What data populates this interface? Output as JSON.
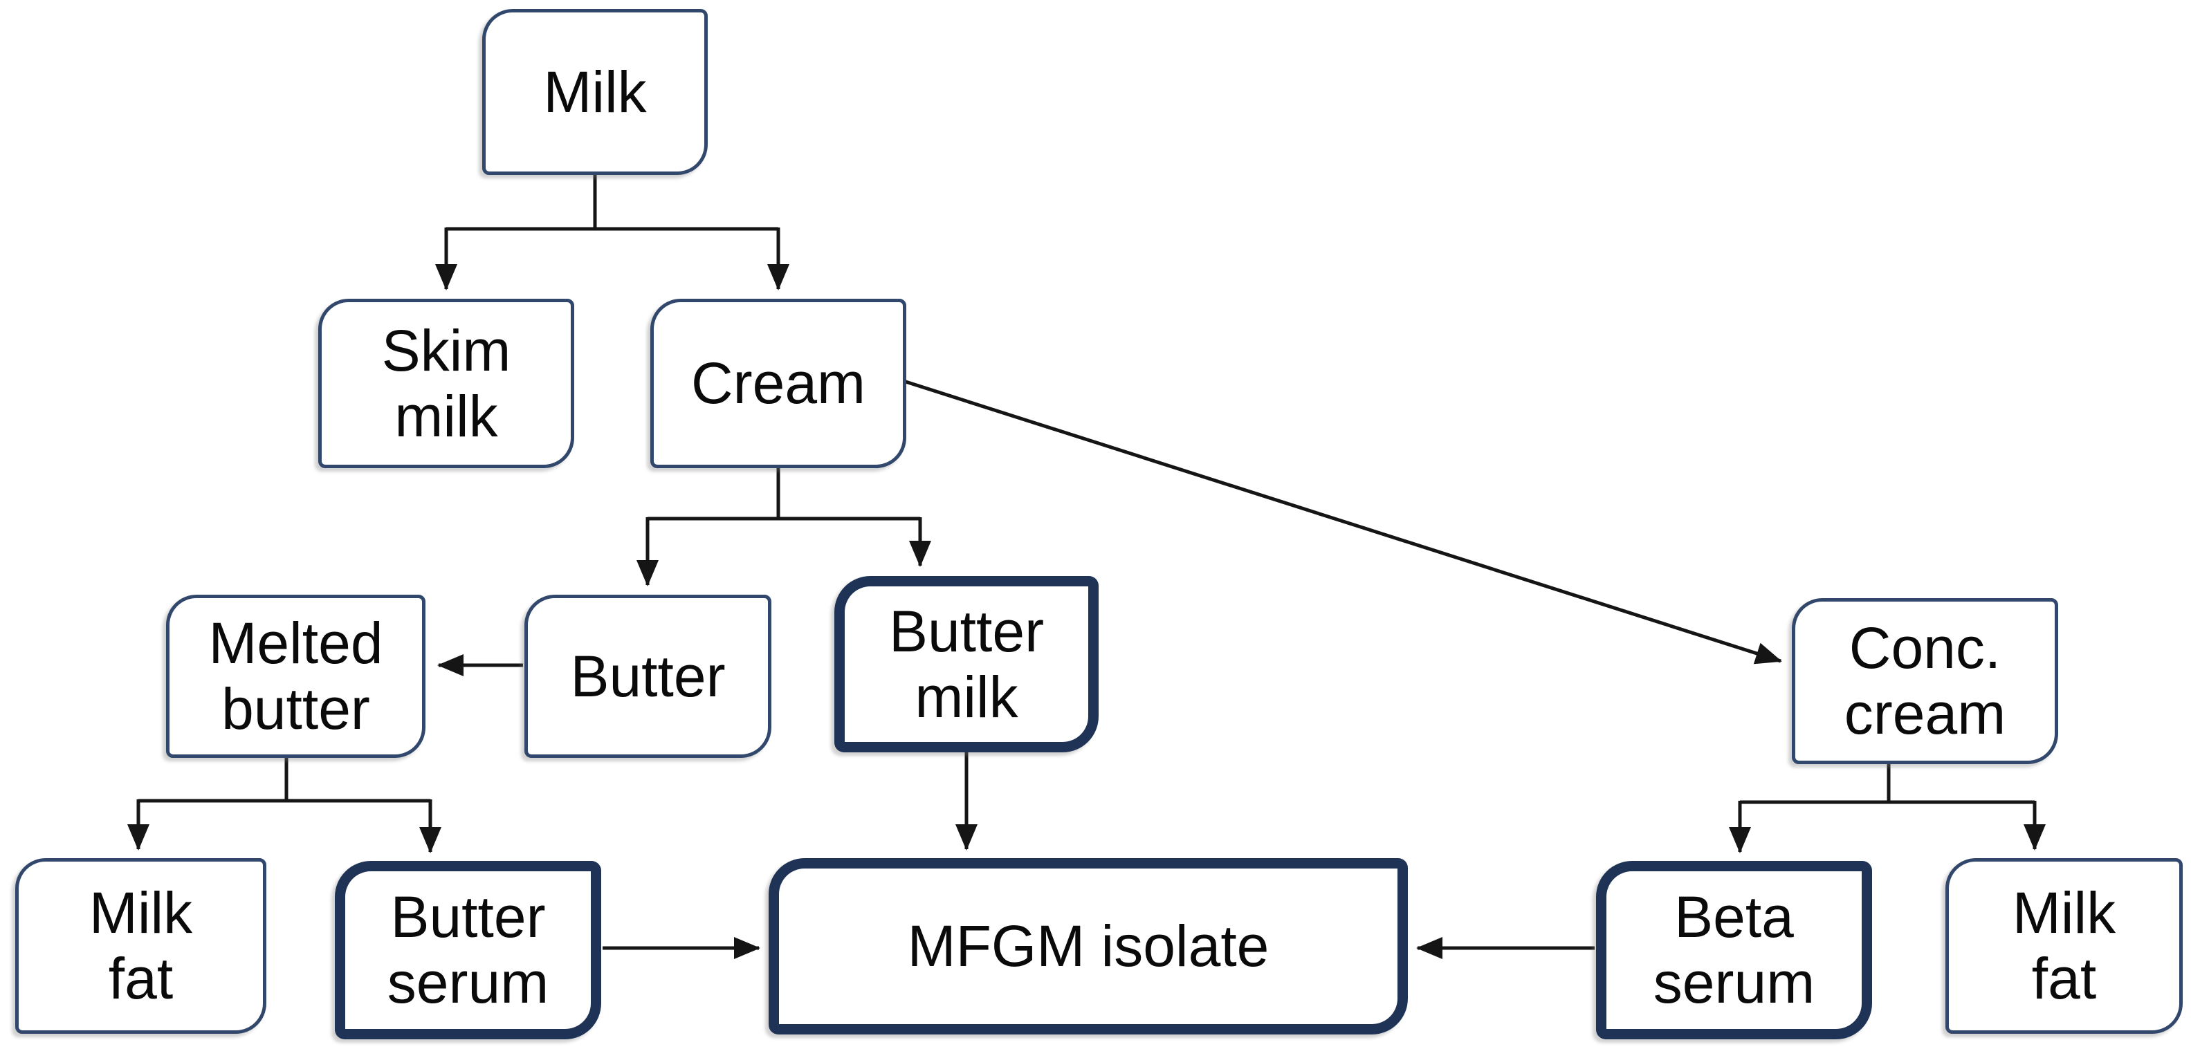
{
  "diagram": {
    "background_color": "#ffffff",
    "text_color": "#0a0a0a",
    "box_border_color": "#31476b",
    "emphasis_border_color": "#1f3356",
    "arrow_color": "#151515",
    "nodes": [
      {
        "id": "milk",
        "label": "Milk",
        "lines": [
          "Milk"
        ],
        "emphasized": false
      },
      {
        "id": "skim-milk",
        "label": "Skim milk",
        "lines": [
          "Skim",
          "milk"
        ],
        "emphasized": false
      },
      {
        "id": "cream",
        "label": "Cream",
        "lines": [
          "Cream"
        ],
        "emphasized": false
      },
      {
        "id": "melted-butter",
        "label": "Melted butter",
        "lines": [
          "Melted",
          "butter"
        ],
        "emphasized": false
      },
      {
        "id": "butter",
        "label": "Butter",
        "lines": [
          "Butter"
        ],
        "emphasized": false
      },
      {
        "id": "butter-milk",
        "label": "Butter milk",
        "lines": [
          "Butter",
          "milk"
        ],
        "emphasized": true
      },
      {
        "id": "conc-cream",
        "label": "Conc. cream",
        "lines": [
          "Conc.",
          "cream"
        ],
        "emphasized": false
      },
      {
        "id": "milk-fat-left",
        "label": "Milk fat",
        "lines": [
          "Milk",
          "fat"
        ],
        "emphasized": false
      },
      {
        "id": "butter-serum",
        "label": "Butter serum",
        "lines": [
          "Butter",
          "serum"
        ],
        "emphasized": true
      },
      {
        "id": "mfgm-isolate",
        "label": "MFGM isolate",
        "lines": [
          "MFGM isolate"
        ],
        "emphasized": true
      },
      {
        "id": "beta-serum",
        "label": "Beta serum",
        "lines": [
          "Beta",
          "serum"
        ],
        "emphasized": true
      },
      {
        "id": "milk-fat-right",
        "label": "Milk fat",
        "lines": [
          "Milk",
          "fat"
        ],
        "emphasized": false
      }
    ],
    "edges": [
      {
        "from": "milk",
        "to": "skim-milk"
      },
      {
        "from": "milk",
        "to": "cream"
      },
      {
        "from": "cream",
        "to": "butter"
      },
      {
        "from": "cream",
        "to": "butter-milk"
      },
      {
        "from": "cream",
        "to": "conc-cream"
      },
      {
        "from": "butter",
        "to": "melted-butter"
      },
      {
        "from": "melted-butter",
        "to": "milk-fat-left"
      },
      {
        "from": "melted-butter",
        "to": "butter-serum"
      },
      {
        "from": "butter-milk",
        "to": "mfgm-isolate"
      },
      {
        "from": "butter-serum",
        "to": "mfgm-isolate"
      },
      {
        "from": "beta-serum",
        "to": "mfgm-isolate"
      },
      {
        "from": "conc-cream",
        "to": "beta-serum"
      },
      {
        "from": "conc-cream",
        "to": "milk-fat-right"
      }
    ]
  }
}
